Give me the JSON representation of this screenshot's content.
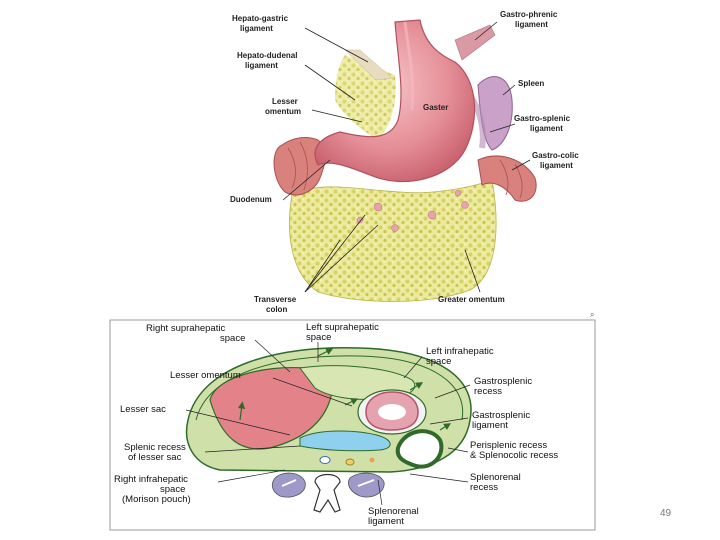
{
  "top_figure": {
    "labels": {
      "hepato_gastric": [
        "Hepato-gastric",
        "ligament"
      ],
      "hepato_duodenal": [
        "Hepato-dudenal",
        "ligament"
      ],
      "lesser_omentum": [
        "Lesser",
        "omentum"
      ],
      "gaster": [
        "Gaster"
      ],
      "gastro_phrenic": [
        "Gastro-phrenic",
        "ligament"
      ],
      "spleen": [
        "Spleen"
      ],
      "gastro_splenic": [
        "Gastro-splenic",
        "ligament"
      ],
      "gastro_colic": [
        "Gastro-colic",
        "ligament"
      ],
      "duodenum": [
        "Duodenum"
      ],
      "transverse_colon": [
        "Transverse",
        "colon"
      ],
      "greater_omentum": [
        "Greater omentum"
      ]
    }
  },
  "bottom_figure": {
    "labels": {
      "right_suprahepatic": [
        "Right suprahepatic",
        "space"
      ],
      "left_suprahepatic": [
        "Left suprahepatic",
        "space"
      ],
      "left_infrahepatic": [
        "Left infrahepatic",
        "space"
      ],
      "lesser_omentum": [
        "Lesser omentum"
      ],
      "gastrosplenic_recess": [
        "Gastrosplenic",
        "recess"
      ],
      "lesser_sac": [
        "Lesser sac"
      ],
      "gastrosplenic_ligament": [
        "Gastrosplenic",
        "ligament"
      ],
      "splenic_recess": [
        "Splenic recess",
        "of lesser sac"
      ],
      "perisplenic_recess": [
        "Perisplenic recess",
        "& Splenocolic recess"
      ],
      "right_infrahepatic": [
        "Right infrahepatic",
        "space",
        "(Morison pouch)"
      ],
      "splenorenal_recess": [
        "Splenorenal",
        "recess"
      ],
      "splenorenal_ligament": [
        "Splenorenal",
        "ligament"
      ]
    }
  },
  "page_number": "49",
  "colors": {
    "stomach": "#e58f98",
    "omentum": "#e3e08a",
    "colon": "#d47b78",
    "spleen": "#c9a1c9",
    "liver": "#e4828a",
    "peritoneum_green": "#cfe0a8",
    "lesser_sac_blue": "#8fd0ee"
  }
}
